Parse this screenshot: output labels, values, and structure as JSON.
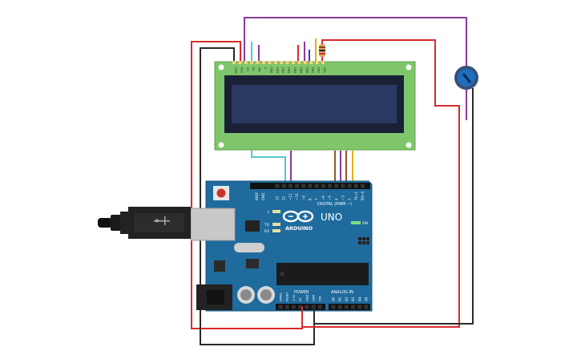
{
  "colors": {
    "board": "#1f6b9e",
    "board_dark": "#175a86",
    "lcd_pcb": "#7fc66a",
    "lcd_screen": "#24314f",
    "wire_red": "#d92a2a",
    "wire_black": "#2a2a2a",
    "wire_purple": "#8a3a9e",
    "wire_cyan": "#55c6cf",
    "wire_brown": "#8b5a2b",
    "wire_yellow": "#e0b000"
  },
  "icons": {
    "usb": "usb-cable-icon",
    "reset": "reset-button-icon",
    "pot": "potentiometer-icon",
    "logo": "arduino-infinity-logo"
  },
  "board": {
    "model": "UNO",
    "brand": "ARDUINO",
    "on_label": "ON",
    "digital_label": "DIGITAL (PWM ~)",
    "power_label": "POWER",
    "analog_label": "ANALOG IN",
    "led_l": "L",
    "led_tx": "TX",
    "led_rx": "RX",
    "aref": "AREF",
    "gnd": "GND",
    "digital_pins": [
      "13",
      "12",
      "~11",
      "~10",
      "~9",
      "8",
      "7",
      "~6",
      "~5",
      "4",
      "~3",
      "2",
      "TX→1",
      "RX←0"
    ],
    "power_pins": [
      "IOREF",
      "RESET",
      "3.3V",
      "5V",
      "GND",
      "GND",
      "VIN"
    ],
    "analog_pins": [
      "A0",
      "A1",
      "A2",
      "A3",
      "A4",
      "A5"
    ]
  },
  "lcd": {
    "pin_labels": [
      "GND",
      "VCC",
      "V0",
      "RS",
      "RW",
      "E",
      "DB0",
      "DB1",
      "DB2",
      "DB3",
      "DB4",
      "DB5",
      "DB6",
      "DB7",
      "LED",
      "LED"
    ]
  }
}
